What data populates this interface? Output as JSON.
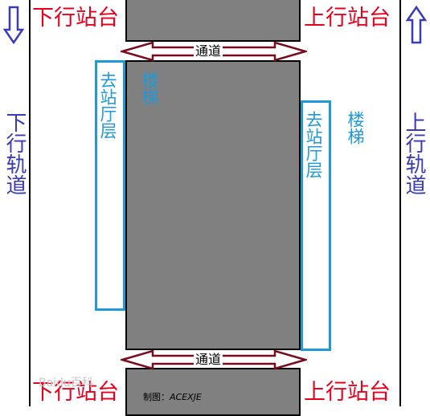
{
  "labels": {
    "down_platform_top": "下行站台",
    "up_platform_top": "上行站台",
    "down_platform_bottom": "下行站台",
    "up_platform_bottom": "上行站台",
    "down_track": "下行轨道",
    "up_track": "上行轨道",
    "passage_top": "通道",
    "passage_bottom": "通道",
    "stairs_left": "楼梯\n\n去站厅层",
    "stairs_right": "楼梯\n\n去站厅层",
    "credit_prefix": "制图：",
    "credit_author": "ACEXJE",
    "watermark": "Baidu百科"
  },
  "colors": {
    "platform_text": "#e8001c",
    "track_text": "#3b3bb6",
    "stairs": "#1f9ad8",
    "passage_arrow": "#7a0a1e",
    "block_fill": "#808080",
    "track_arrow": "#3b3bb6"
  },
  "icons": {
    "down_arrow": "hollow-down-arrow",
    "up_arrow": "hollow-up-arrow",
    "passage_arrow": "hollow-double-headed-arrow"
  }
}
